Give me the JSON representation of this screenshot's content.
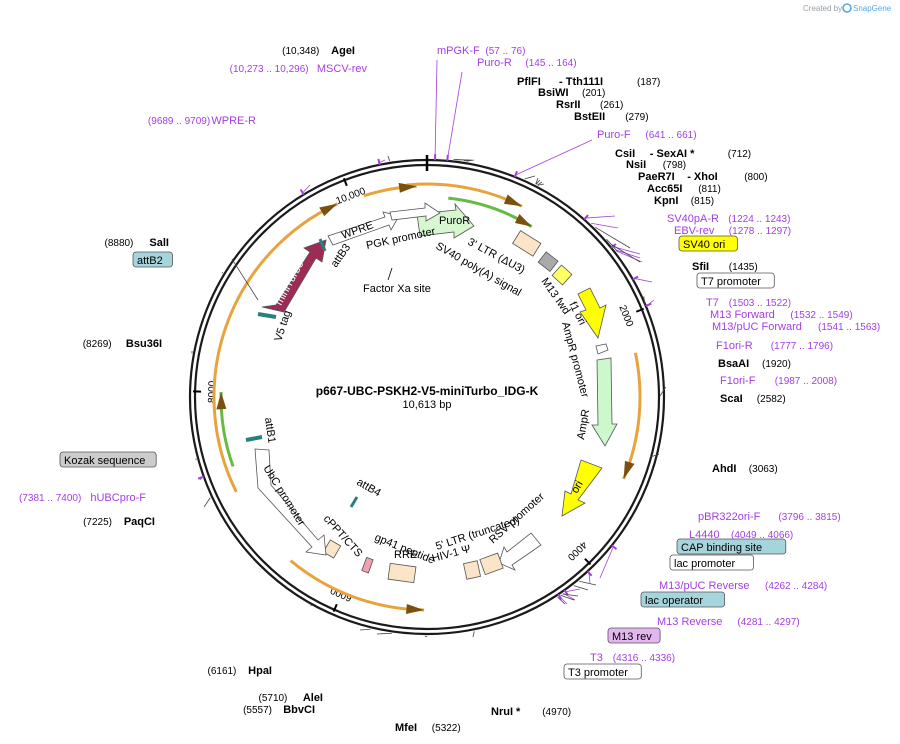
{
  "credit": {
    "prefix": "Created by",
    "brand": "SnapGene"
  },
  "plasmid": {
    "name": "p667-UBC-PSKH2-V5-miniTurbo_IDG-K",
    "size_label": "10,613 bp",
    "length": 10613
  },
  "ticks": [
    "2000",
    "4000",
    "6000",
    "8000",
    "10,000"
  ],
  "enzymes": [
    {
      "name": "AgeI",
      "pos": "(10,348)"
    },
    {
      "name": "PflFI",
      "name2": "Tth111I",
      "pos": "(187)"
    },
    {
      "name": "BsiWI",
      "pos": "(201)"
    },
    {
      "name": "RsrII",
      "pos": "(261)"
    },
    {
      "name": "BstEII",
      "pos": "(279)"
    },
    {
      "name": "CsiI",
      "name2": "SexAI *",
      "pos": "(712)"
    },
    {
      "name": "NsiI",
      "pos": "(798)"
    },
    {
      "name": "PaeR7I",
      "name2": "XhoI",
      "pos": "(800)"
    },
    {
      "name": "Acc65I",
      "pos": "(811)"
    },
    {
      "name": "KpnI",
      "pos": "(815)"
    },
    {
      "name": "SfiI",
      "pos": "(1435)"
    },
    {
      "name": "BsaAI",
      "pos": "(1920)"
    },
    {
      "name": "ScaI",
      "pos": "(2582)"
    },
    {
      "name": "AhdI",
      "pos": "(3063)"
    },
    {
      "name": "NruI *",
      "pos": "(4970)"
    },
    {
      "name": "MfeI",
      "pos": "(5322)"
    },
    {
      "name": "BbvCI",
      "pos": "(5557)"
    },
    {
      "name": "AleI",
      "pos": "(5710)"
    },
    {
      "name": "HpaI",
      "pos": "(6161)"
    },
    {
      "name": "PaqCI",
      "pos": "(7225)"
    },
    {
      "name": "Bsu36I",
      "pos": "(8269)"
    },
    {
      "name": "SalI",
      "pos": "(8880)"
    }
  ],
  "primers": [
    {
      "name": "mPGK-F",
      "pos": "(57 .. 76)"
    },
    {
      "name": "Puro-R",
      "pos": "(145 .. 164)"
    },
    {
      "name": "Puro-F",
      "pos": "(641 .. 661)"
    },
    {
      "name": "SV40pA-R",
      "pos": "(1224 .. 1243)"
    },
    {
      "name": "EBV-rev",
      "pos": "(1278 .. 1297)"
    },
    {
      "name": "T7",
      "pos": "(1503 .. 1522)"
    },
    {
      "name": "M13 Forward",
      "pos": "(1532 .. 1549)"
    },
    {
      "name": "M13/pUC Forward",
      "pos": "(1541 .. 1563)"
    },
    {
      "name": "F1ori-R",
      "pos": "(1777 .. 1796)"
    },
    {
      "name": "F1ori-F",
      "pos": "(1987 .. 2008)"
    },
    {
      "name": "pBR322ori-F",
      "pos": "(3796 .. 3815)"
    },
    {
      "name": "L4440",
      "pos": "(4049 .. 4066)"
    },
    {
      "name": "M13/pUC Reverse",
      "pos": "(4262 .. 4284)"
    },
    {
      "name": "M13 Reverse",
      "pos": "(4281 .. 4297)"
    },
    {
      "name": "T3",
      "pos": "(4316 .. 4336)"
    },
    {
      "name": "hUBCpro-F",
      "pos": "(7381 .. 7400)"
    },
    {
      "name": "MSCV-rev",
      "pos": "(10,273 .. 10,296)"
    },
    {
      "name": "WPRE-R",
      "pos": "(9689 .. 9709)"
    }
  ],
  "boxes": [
    {
      "text": "SV40 ori",
      "fill": "#ffff00"
    },
    {
      "text": "T7 promoter",
      "fill": "#ffffff"
    },
    {
      "text": "CAP binding site",
      "fill": "#a6d4dc"
    },
    {
      "text": "lac promoter",
      "fill": "#ffffff"
    },
    {
      "text": "lac operator",
      "fill": "#a6d4dc"
    },
    {
      "text": "M13 rev",
      "fill": "#e4b6ef"
    },
    {
      "text": "T3 promoter",
      "fill": "#ffffff"
    },
    {
      "text": "Kozak sequence",
      "fill": "#cccccc"
    },
    {
      "text": "attB2",
      "fill": "#a6d4dc"
    }
  ],
  "features": [
    "PuroR",
    "3' LTR (ΔU3)",
    "SV40 poly(A) signal",
    "M13 fwd",
    "f1 ori",
    "AmpR promoter",
    "AmpR",
    "ori",
    "RSV promoter",
    "5' LTR (truncated)",
    "HIV-1 Ψ",
    "RRE",
    "gp41 peptide",
    "cPPT/CTS",
    "attB4",
    "UbC promoter",
    "attB1",
    "V5 tag",
    "miniTurbo",
    "attB3",
    "WPRE",
    "PGK promoter",
    "Factor Xa site"
  ],
  "colors": {
    "primer": "#a43ee0",
    "orf_arrow": "#e8a33d",
    "green_arrow": "#66bb44",
    "backbone": "#1a1a1a"
  }
}
